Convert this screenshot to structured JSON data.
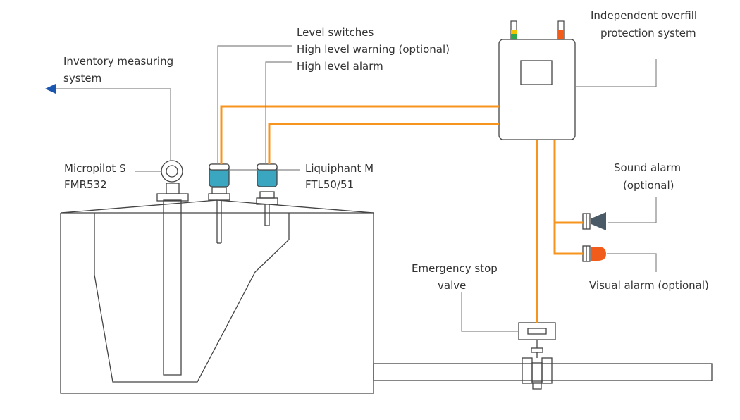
{
  "labels": {
    "inventory_line1": "Inventory measuring",
    "inventory_line2": "system",
    "level_switches": "Level switches",
    "high_warning": "High level warning (optional)",
    "high_alarm": "High level alarm",
    "micropilot_line1": "Micropilot S",
    "micropilot_line2": "FMR532",
    "liquiphant_line1": "Liquiphant M",
    "liquiphant_line2": "FTL50/51",
    "overfill_line1": "Independent overfill",
    "overfill_line2": "protection system",
    "sound_line1": "Sound alarm",
    "sound_line2": "(optional)",
    "visual": "Visual alarm (optional)",
    "estop_line1": "Emergency stop",
    "estop_line2": "valve"
  },
  "colors": {
    "cable": "#f7941d",
    "sensor_head": "#3aa6c0",
    "arrow": "#1a56b0",
    "sound_horn": "#4a5a66",
    "visual_beacon": "#f25c1a",
    "led_green": "#2fa84f",
    "led_yellow": "#f2c500",
    "led_orange": "#f25c1a"
  },
  "icons": {
    "arrow": "arrow-left-icon",
    "radar": "radar-sensor-icon",
    "switch": "level-switch-icon",
    "horn": "horn-icon",
    "beacon": "beacon-icon",
    "valve": "valve-icon"
  }
}
